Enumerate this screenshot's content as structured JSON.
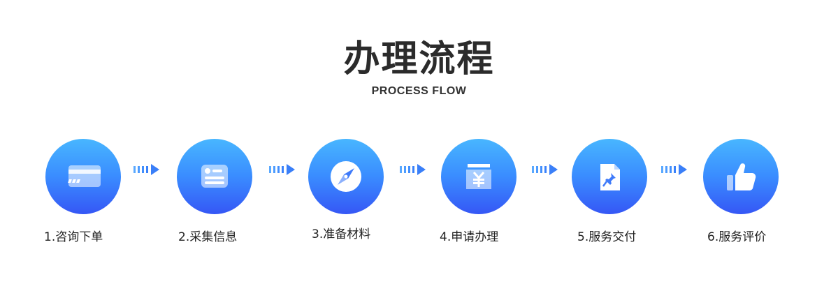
{
  "header": {
    "title": "办理流程",
    "subtitle": "PROCESS FLOW"
  },
  "accent_colors": {
    "gradient_top": "#48b6ff",
    "gradient_bottom": "#3557f5",
    "arrow": "#3a8cff"
  },
  "steps": [
    {
      "label": "1.咨询下单",
      "icon": "credit-card-icon"
    },
    {
      "label": "2.采集信息",
      "icon": "id-card-icon"
    },
    {
      "label": "3.准备材料",
      "icon": "compass-icon"
    },
    {
      "label": "4.申请办理",
      "icon": "yuan-payment-icon"
    },
    {
      "label": "5.服务交付",
      "icon": "document-pin-icon"
    },
    {
      "label": "6.服务评价",
      "icon": "thumbs-up-icon"
    }
  ]
}
